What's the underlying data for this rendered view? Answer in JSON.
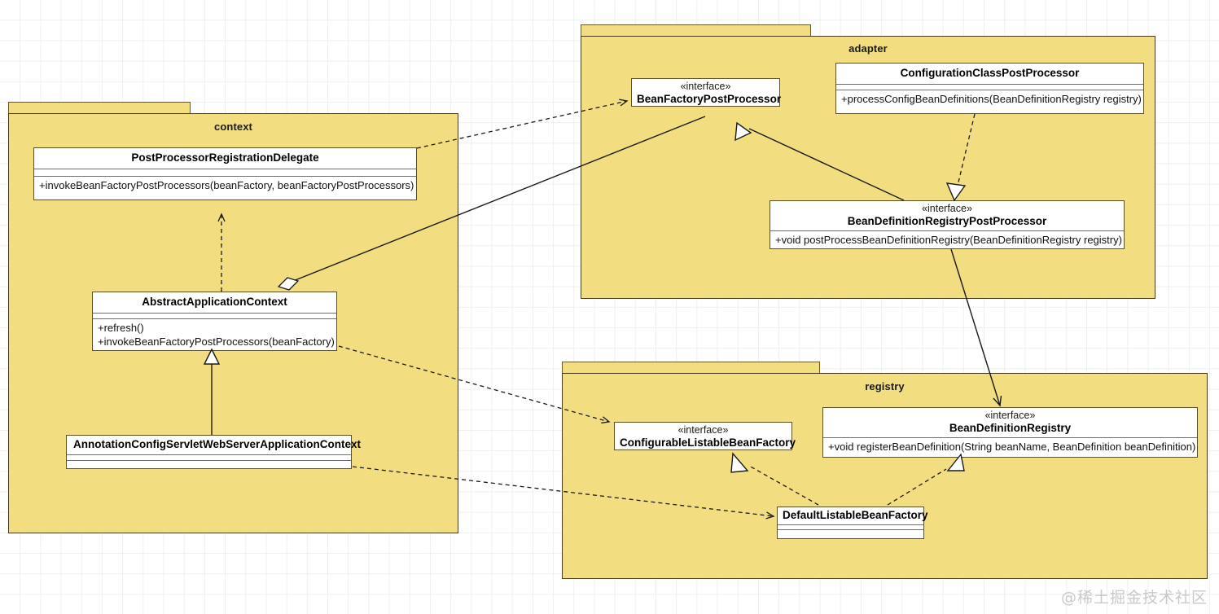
{
  "diagram": {
    "type": "uml-class-diagram",
    "watermark": "@稀土掘金技术社区",
    "colors": {
      "package_fill": "#f2de80",
      "package_border": "#4a3c18",
      "class_fill": "#ffffff",
      "class_border": "#5c4f22",
      "compartment_separator": "#6e6e6e",
      "edge": "#1a1a1a",
      "grid": "#eef0ef",
      "background": "#ffffff"
    }
  },
  "packages": [
    {
      "id": "context",
      "label": "context"
    },
    {
      "id": "adapter",
      "label": "adapter"
    },
    {
      "id": "registry",
      "label": "registry"
    }
  ],
  "classes": {
    "post_processor_registration_delegate": {
      "stereotype": "",
      "name": "PostProcessorRegistrationDelegate",
      "operations": "+invokeBeanFactoryPostProcessors(beanFactory, beanFactoryPostProcessors)",
      "package": "context"
    },
    "abstract_application_context": {
      "stereotype": "",
      "name": "AbstractApplicationContext",
      "operations_line1": "+refresh()",
      "operations_line2": "+invokeBeanFactoryPostProcessors(beanFactory)",
      "package": "context"
    },
    "annotation_config_servlet_web_server_application_context": {
      "stereotype": "",
      "name": "AnnotationConfigServletWebServerApplicationContext",
      "operations": "",
      "package": "context"
    },
    "bean_factory_post_processor": {
      "stereotype": "«interface»",
      "name": "BeanFactoryPostProcessor",
      "operations": "",
      "package": "adapter"
    },
    "configuration_class_post_processor": {
      "stereotype": "",
      "name": "ConfigurationClassPostProcessor",
      "operations": "+processConfigBeanDefinitions(BeanDefinitionRegistry registry)",
      "package": "adapter"
    },
    "bean_definition_registry_post_processor": {
      "stereotype": "«interface»",
      "name": "BeanDefinitionRegistryPostProcessor",
      "operations": "+void postProcessBeanDefinitionRegistry(BeanDefinitionRegistry registry)",
      "package": "adapter"
    },
    "configurable_listable_bean_factory": {
      "stereotype": "«interface»",
      "name": "ConfigurableListableBeanFactory",
      "operations": "",
      "package": "registry"
    },
    "bean_definition_registry": {
      "stereotype": "«interface»",
      "name": "BeanDefinitionRegistry",
      "operations": "+void registerBeanDefinition(String beanName, BeanDefinition beanDefinition)",
      "package": "registry"
    },
    "default_listable_bean_factory": {
      "stereotype": "",
      "name": "DefaultListableBeanFactory",
      "operations": "",
      "package": "registry"
    }
  },
  "relations": [
    {
      "from": "abstract_application_context",
      "to": "post_processor_registration_delegate",
      "kind": "dependency",
      "style": "dashed",
      "arrow": "open"
    },
    {
      "from": "annotation_config_servlet_web_server_application_context",
      "to": "abstract_application_context",
      "kind": "generalization",
      "style": "solid",
      "arrow": "hollow-triangle"
    },
    {
      "from": "post_processor_registration_delegate",
      "to": "bean_factory_post_processor",
      "kind": "dependency",
      "style": "dashed",
      "arrow": "open"
    },
    {
      "from": "abstract_application_context",
      "to": "bean_factory_post_processor",
      "kind": "aggregation",
      "style": "solid",
      "arrow": "hollow-diamond"
    },
    {
      "from": "bean_definition_registry_post_processor",
      "to": "bean_factory_post_processor",
      "kind": "generalization",
      "style": "solid",
      "arrow": "hollow-triangle"
    },
    {
      "from": "configuration_class_post_processor",
      "to": "bean_definition_registry_post_processor",
      "kind": "realization",
      "style": "dashed",
      "arrow": "hollow-triangle"
    },
    {
      "from": "bean_definition_registry_post_processor",
      "to": "bean_definition_registry",
      "kind": "association",
      "style": "solid",
      "arrow": "open"
    },
    {
      "from": "abstract_application_context",
      "to": "configurable_listable_bean_factory",
      "kind": "dependency",
      "style": "dashed",
      "arrow": "open"
    },
    {
      "from": "annotation_config_servlet_web_server_application_context",
      "to": "default_listable_bean_factory",
      "kind": "dependency",
      "style": "dashed",
      "arrow": "open"
    },
    {
      "from": "default_listable_bean_factory",
      "to": "configurable_listable_bean_factory",
      "kind": "realization",
      "style": "dashed",
      "arrow": "hollow-triangle"
    },
    {
      "from": "default_listable_bean_factory",
      "to": "bean_definition_registry",
      "kind": "realization",
      "style": "dashed",
      "arrow": "hollow-triangle"
    }
  ]
}
